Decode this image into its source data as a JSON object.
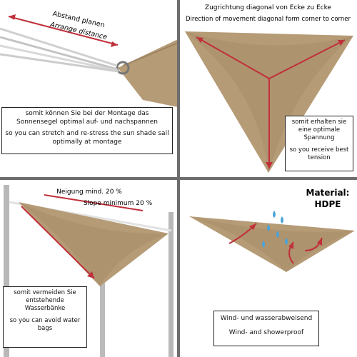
{
  "panel1": {
    "label_de": "Abstand planen",
    "label_en": "Arrange distance",
    "box_de": "somit können Sie bei der Montage das Sonnensegel optimal auf- und nachspannen",
    "box_en": "so you can stretch and re-stress the sun shade sail optimally at montage"
  },
  "panel2": {
    "title_de": "Zugrichtung diagonal von Ecke zu Ecke",
    "title_en": "Direction of movement diagonal form corner to corner",
    "box_de": "somit erhalten sie eine optimale Spannung",
    "box_en": "so you receive best tension"
  },
  "panel3": {
    "label_de": "Neigung mind. 20 %",
    "label_en": "Slope minimum 20 %",
    "box_de": "somit vermeiden Sie entstehende Wasserbänke",
    "box_en": "so you can avoid water bags"
  },
  "panel4": {
    "material_title": "Material:",
    "material_value": "HDPE",
    "box_de": "Wind- und wasserabweisend",
    "box_en": "Wind- and showerproof"
  },
  "colors": {
    "sail": "#b59b76",
    "sail_dark": "#a08563",
    "arrow": "#c0303a",
    "divider": "#6d6d6d",
    "drop": "#4aa3d8"
  }
}
